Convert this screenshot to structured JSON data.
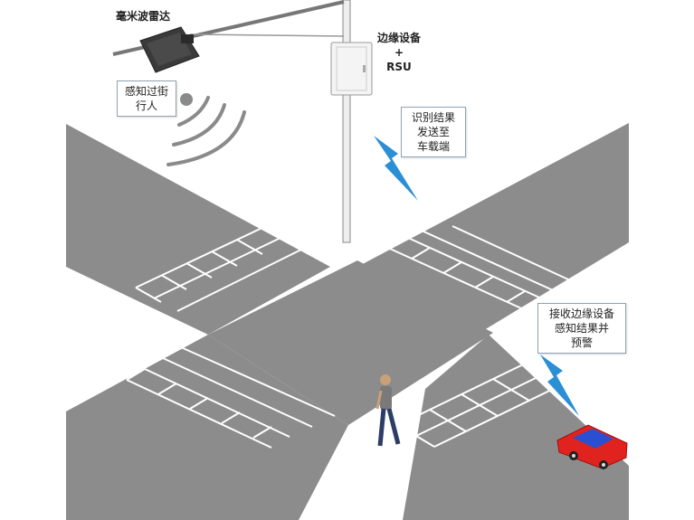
{
  "labels": {
    "radar": "毫米波雷达",
    "edge_device": [
      "边缘设备",
      "+",
      "RSU"
    ]
  },
  "callouts": {
    "sense_pedestrian": [
      "感知过街",
      "行人"
    ],
    "send_result": [
      "识别结果",
      "发送至",
      "车载端"
    ],
    "receive_warning": [
      "接收边缘设备",
      "感知结果并",
      "预警"
    ]
  },
  "colors": {
    "road": "#8c8c8c",
    "crosswalk_stripe": "#ffffff",
    "lightning": "#2b8fd6",
    "car_body": "#e0231f",
    "car_roof": "#2a4fd1",
    "pole": "#eeeeee",
    "radar_body": "#3a3a3a",
    "cabinet": "#f4f4f4",
    "wave_arc": "#8a8a8a"
  },
  "icons": [
    "radar-device-icon",
    "edge-cabinet-icon",
    "lightning-icon",
    "pedestrian-icon",
    "car-icon",
    "signal-wave-icon"
  ]
}
